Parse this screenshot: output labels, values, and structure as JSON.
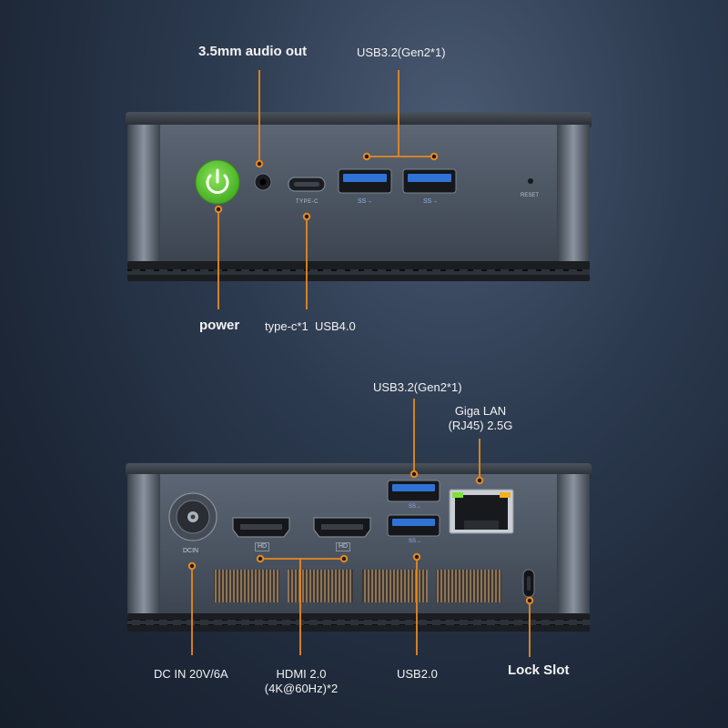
{
  "front": {
    "labels": {
      "audio_out": "3.5mm audio out",
      "usb32_top": "USB3.2(Gen2*1)",
      "power": "power",
      "typec_a": "type-c*1",
      "typec_b": "USB4.0"
    },
    "port_marks": {
      "typec": "TYPE-C",
      "usb_ss_1": "SS→",
      "usb_ss_2": "SS→",
      "reset": "RESET"
    }
  },
  "rear": {
    "labels": {
      "usb32": "USB3.2(Gen2*1)",
      "lan_line1": "Giga LAN",
      "lan_line2": "(RJ45) 2.5G",
      "dc_in": "DC IN 20V/6A",
      "hdmi_line1": "HDMI 2.0",
      "hdmi_line2": "(4K@60Hz)*2",
      "usb20": "USB2.0",
      "lock_slot": "Lock Slot"
    },
    "port_marks": {
      "dcin": "DCIN",
      "hdmi1": "HD",
      "hdmi2": "HD",
      "usb_ss_1": "SS→",
      "usb_ss_2": "SS→"
    }
  },
  "colors": {
    "callout": "#e7891f",
    "power_green": "#59c832",
    "usb_blue": "#2f73d6",
    "chassis": "#505a68"
  }
}
